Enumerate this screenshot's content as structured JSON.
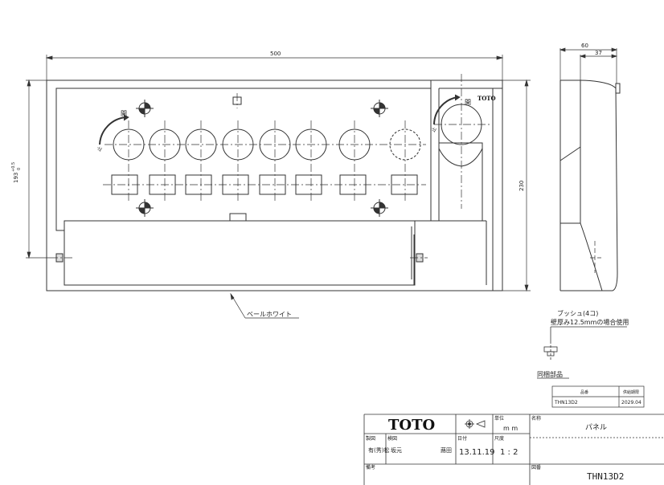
{
  "drawing": {
    "dims": {
      "width_500": "500",
      "height_193": "193",
      "height_193_tol": "+0.5",
      "height_193_tol2": "0",
      "height_230": "230",
      "side_60": "60",
      "side_37": "37"
    },
    "labels": {
      "open_left": "開",
      "open_right": "開",
      "stop_left": "止",
      "stop_right": "止",
      "panel_logo": "TOTO",
      "finish_note": "ベールホワイト",
      "bush_note_line1": "ブッシュ(4コ)",
      "bush_note_line2": "壁厚み12.5mmの場合使用"
    },
    "parts_table": {
      "caption": "同梱部品",
      "headers": [
        "品番",
        "供給期限"
      ],
      "rows": [
        [
          "THN13D2",
          "2029.04"
        ]
      ]
    }
  },
  "title_block": {
    "brand": "TOTO",
    "labels": {
      "unit": "単位",
      "name": "名称",
      "drafted": "製図",
      "checked": "検図",
      "date": "日付",
      "scale": "尺度",
      "remarks": "備考",
      "drawing_no": "図番"
    },
    "unit_value": "m m",
    "name_value": "パネル",
    "drafted_value": "有(秀)松",
    "checked_value": "坂元",
    "checked_value2": "蕗田",
    "date_value": "13.11.19",
    "scale_value": "1 : 2",
    "drawing_no_value": "THN13D2"
  }
}
